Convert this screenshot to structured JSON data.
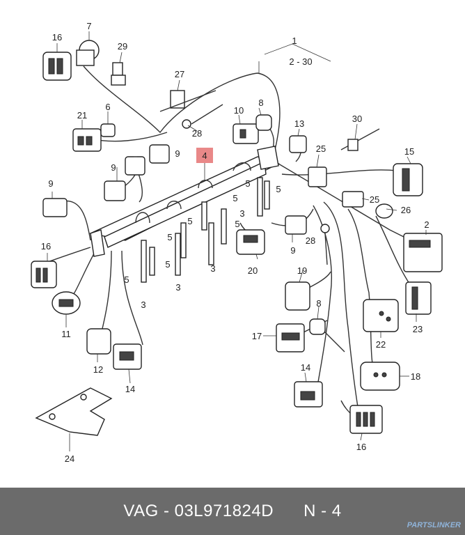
{
  "callouts": {
    "c1": "1",
    "c1_range": "2 - 30",
    "c2": "2",
    "c3a": "3",
    "c3b": "3",
    "c3c": "3",
    "c3d": "3",
    "c4": "4",
    "c5a": "5",
    "c5b": "5",
    "c5c": "5",
    "c5d": "5",
    "c5e": "5",
    "c5f": "5",
    "c5g": "5",
    "c5h": "5",
    "c6": "6",
    "c7": "7",
    "c8a": "8",
    "c8b": "8",
    "c9a": "9",
    "c9b": "9",
    "c9c": "9",
    "c9d": "9",
    "c10": "10",
    "c11": "11",
    "c12": "12",
    "c13": "13",
    "c14a": "14",
    "c14b": "14",
    "c15": "15",
    "c16a": "16",
    "c16b": "16",
    "c16c": "16",
    "c17": "17",
    "c18": "18",
    "c19": "19",
    "c20": "20",
    "c21": "21",
    "c22": "22",
    "c23": "23",
    "c24": "24",
    "c25a": "25",
    "c25b": "25",
    "c26": "26",
    "c27": "27",
    "c28a": "28",
    "c28b": "28",
    "c29": "29",
    "c30": "30"
  },
  "footer": {
    "brand_part": "VAG - 03L971824D",
    "position": "N - 4",
    "watermark": "PARTSLINKER"
  },
  "highlight_color": "#e57373"
}
